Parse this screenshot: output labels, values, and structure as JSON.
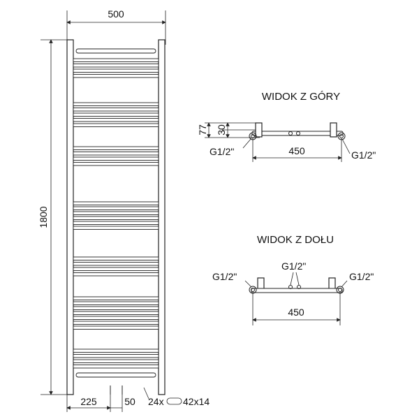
{
  "front_view": {
    "width_label": "500",
    "height_label": "1800",
    "left_offset_label": "225",
    "pipe_spacing_label": "50",
    "tube_spec_label": "24x",
    "tube_size_label": "42x14"
  },
  "top_view": {
    "title": "WIDOK Z GÓRY",
    "depth_label": "77",
    "inner_depth_label": "30",
    "left_connection_label": "G1/2\"",
    "right_connection_label": "G1/2\"",
    "spacing_label": "450"
  },
  "bottom_view": {
    "title": "WIDOK Z DOŁU",
    "center_connection_label": "G1/2\"",
    "left_connection_label": "G1/2\"",
    "right_connection_label": "G1/2\"",
    "spacing_label": "450"
  }
}
